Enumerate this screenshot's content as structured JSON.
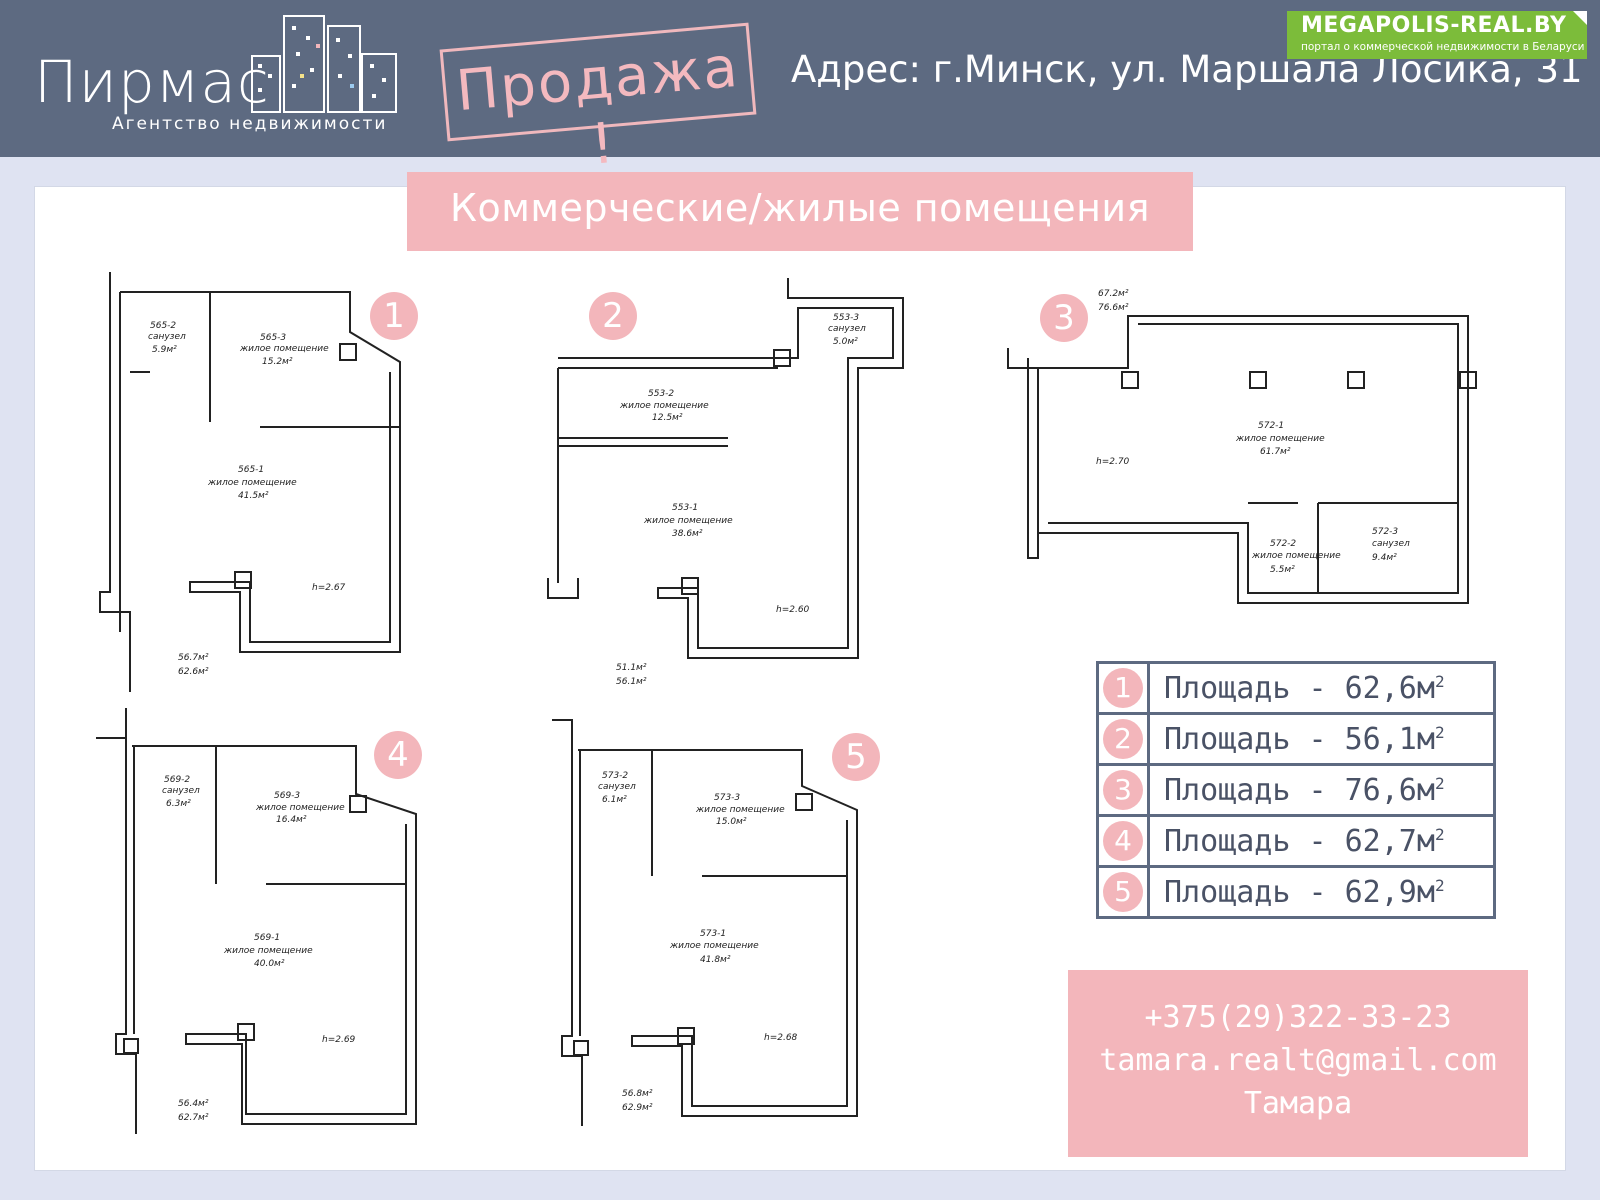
{
  "header": {
    "brand_name": "Пирмас",
    "brand_tagline": "Агентство недвижимости",
    "sale_label": "Продажа !",
    "address": "Адрес: г.Минск, ул. Маршала Лосика, 31",
    "portal_name": "MEGAPOLIS-REAL.BY",
    "portal_subtitle": "портал о коммерческой недвижимости в Беларуси"
  },
  "section_title": "Коммерческие/жилые помещения",
  "plans": [
    {
      "number": "1",
      "rooms": [
        {
          "id": "565-2",
          "name": "санузел",
          "area": "5.9м²"
        },
        {
          "id": "565-3",
          "name": "жилое помещение",
          "area": "15.2м²"
        },
        {
          "id": "565-1",
          "name": "жилое помещение",
          "area": "41.5м²"
        }
      ],
      "height": "h=2.67",
      "total_1": "56.7м²",
      "total_2": "62.6м²"
    },
    {
      "number": "2",
      "rooms": [
        {
          "id": "553-3",
          "name": "санузел",
          "area": "5.0м²"
        },
        {
          "id": "553-2",
          "name": "жилое помещение",
          "area": "12.5м²"
        },
        {
          "id": "553-1",
          "name": "жилое помещение",
          "area": "38.6м²"
        }
      ],
      "height": "h=2.60",
      "total_1": "51.1м²",
      "total_2": "56.1м²"
    },
    {
      "number": "3",
      "rooms": [
        {
          "id": "572-1",
          "name": "жилое помещение",
          "area": "61.7м²"
        },
        {
          "id": "572-2",
          "name": "жилое помещение",
          "area": "5.5м²"
        },
        {
          "id": "572-3",
          "name": "санузел",
          "area": "9.4м²"
        }
      ],
      "height": "h=2.70",
      "total_1": "67.2м²",
      "total_2": "76.6м²"
    },
    {
      "number": "4",
      "rooms": [
        {
          "id": "569-2",
          "name": "санузел",
          "area": "6.3м²"
        },
        {
          "id": "569-3",
          "name": "жилое помещение",
          "area": "16.4м²"
        },
        {
          "id": "569-1",
          "name": "жилое помещение",
          "area": "40.0м²"
        }
      ],
      "height": "h=2.69",
      "total_1": "56.4м²",
      "total_2": "62.7м²"
    },
    {
      "number": "5",
      "rooms": [
        {
          "id": "573-2",
          "name": "санузел",
          "area": "6.1м²"
        },
        {
          "id": "573-3",
          "name": "жилое помещение",
          "area": "15.0м²"
        },
        {
          "id": "573-1",
          "name": "жилое помещение",
          "area": "41.8м²"
        }
      ],
      "height": "h=2.68",
      "total_1": "56.8м²",
      "total_2": "62.9м²"
    }
  ],
  "area_table": [
    {
      "number": "1",
      "label": "Площадь - 62,6м",
      "sup": "2"
    },
    {
      "number": "2",
      "label": "Площадь - 56,1м",
      "sup": "2"
    },
    {
      "number": "3",
      "label": "Площадь - 76,6м",
      "sup": "2"
    },
    {
      "number": "4",
      "label": "Площадь - 62,7м",
      "sup": "2"
    },
    {
      "number": "5",
      "label": "Площадь - 62,9м",
      "sup": "2"
    }
  ],
  "contact": {
    "phone": "+375(29)322-33-23",
    "email": "tamara.realt@gmail.com",
    "name": "Тамара"
  },
  "colors": {
    "header_bg": "#5d6a81",
    "accent_pink": "#f3b6bb",
    "portal_green": "#7cbc3a",
    "page_bg": "#dfe3f2"
  }
}
